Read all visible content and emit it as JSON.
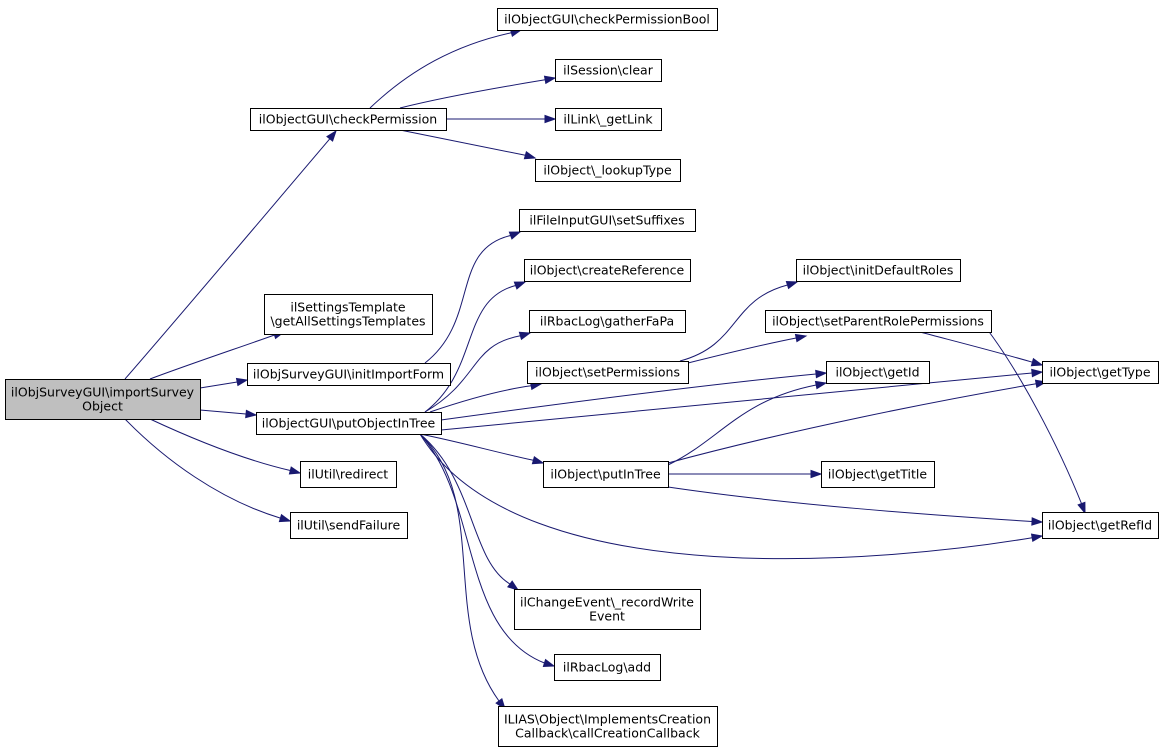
{
  "diagram": {
    "nodes": [
      {
        "id": "root",
        "lines": [
          "ilObjSurveyGUI\\importSurvey",
          "Object"
        ],
        "root": true
      },
      {
        "id": "checkPermission",
        "lines": [
          "ilObjectGUI\\checkPermission"
        ]
      },
      {
        "id": "checkPermissionBool",
        "lines": [
          "ilObjectGUI\\checkPermissionBool"
        ]
      },
      {
        "id": "sessionClear",
        "lines": [
          "ilSession\\clear"
        ]
      },
      {
        "id": "getLink",
        "lines": [
          "ilLink\\_getLink"
        ]
      },
      {
        "id": "lookupType",
        "lines": [
          "ilObject\\_lookupType"
        ]
      },
      {
        "id": "getAllSettingsTemplates",
        "lines": [
          "ilSettingsTemplate",
          "\\getAllSettingsTemplates"
        ]
      },
      {
        "id": "initImportForm",
        "lines": [
          "ilObjSurveyGUI\\initImportForm"
        ]
      },
      {
        "id": "setSuffixes",
        "lines": [
          "ilFileInputGUI\\setSuffixes"
        ]
      },
      {
        "id": "createReference",
        "lines": [
          "ilObject\\createReference"
        ]
      },
      {
        "id": "gatherFaPa",
        "lines": [
          "ilRbacLog\\gatherFaPa"
        ]
      },
      {
        "id": "setPermissions",
        "lines": [
          "ilObject\\setPermissions"
        ]
      },
      {
        "id": "putObjectInTree",
        "lines": [
          "ilObjectGUI\\putObjectInTree"
        ]
      },
      {
        "id": "initDefaultRoles",
        "lines": [
          "ilObject\\initDefaultRoles"
        ]
      },
      {
        "id": "setParentRolePermissions",
        "lines": [
          "ilObject\\setParentRolePermissions"
        ]
      },
      {
        "id": "getId",
        "lines": [
          "ilObject\\getId"
        ]
      },
      {
        "id": "getType",
        "lines": [
          "ilObject\\getType"
        ]
      },
      {
        "id": "putInTree",
        "lines": [
          "ilObject\\putInTree"
        ]
      },
      {
        "id": "getTitle",
        "lines": [
          "ilObject\\getTitle"
        ]
      },
      {
        "id": "getRefId",
        "lines": [
          "ilObject\\getRefId"
        ]
      },
      {
        "id": "redirect",
        "lines": [
          "ilUtil\\redirect"
        ]
      },
      {
        "id": "sendFailure",
        "lines": [
          "ilUtil\\sendFailure"
        ]
      },
      {
        "id": "recordWriteEvent",
        "lines": [
          "ilChangeEvent\\_recordWrite",
          "Event"
        ]
      },
      {
        "id": "rbacLogAdd",
        "lines": [
          "ilRbacLog\\add"
        ]
      },
      {
        "id": "callCreationCallback",
        "lines": [
          "ILIAS\\Object\\ImplementsCreation",
          "Callback\\callCreationCallback"
        ]
      }
    ],
    "edges": [
      [
        "root",
        "checkPermission"
      ],
      [
        "root",
        "getAllSettingsTemplates"
      ],
      [
        "root",
        "initImportForm"
      ],
      [
        "root",
        "putObjectInTree"
      ],
      [
        "root",
        "redirect"
      ],
      [
        "root",
        "sendFailure"
      ],
      [
        "checkPermission",
        "checkPermissionBool"
      ],
      [
        "checkPermission",
        "sessionClear"
      ],
      [
        "checkPermission",
        "getLink"
      ],
      [
        "checkPermission",
        "lookupType"
      ],
      [
        "initImportForm",
        "setSuffixes"
      ],
      [
        "putObjectInTree",
        "createReference"
      ],
      [
        "putObjectInTree",
        "gatherFaPa"
      ],
      [
        "putObjectInTree",
        "setPermissions"
      ],
      [
        "putObjectInTree",
        "getId"
      ],
      [
        "putObjectInTree",
        "getType"
      ],
      [
        "putObjectInTree",
        "putInTree"
      ],
      [
        "putObjectInTree",
        "getRefId"
      ],
      [
        "putObjectInTree",
        "recordWriteEvent"
      ],
      [
        "putObjectInTree",
        "rbacLogAdd"
      ],
      [
        "putObjectInTree",
        "callCreationCallback"
      ],
      [
        "setPermissions",
        "initDefaultRoles"
      ],
      [
        "setPermissions",
        "setParentRolePermissions"
      ],
      [
        "setParentRolePermissions",
        "getType"
      ],
      [
        "setParentRolePermissions",
        "getRefId"
      ],
      [
        "putInTree",
        "getId"
      ],
      [
        "putInTree",
        "getType"
      ],
      [
        "putInTree",
        "getTitle"
      ],
      [
        "putInTree",
        "getRefId"
      ]
    ]
  }
}
